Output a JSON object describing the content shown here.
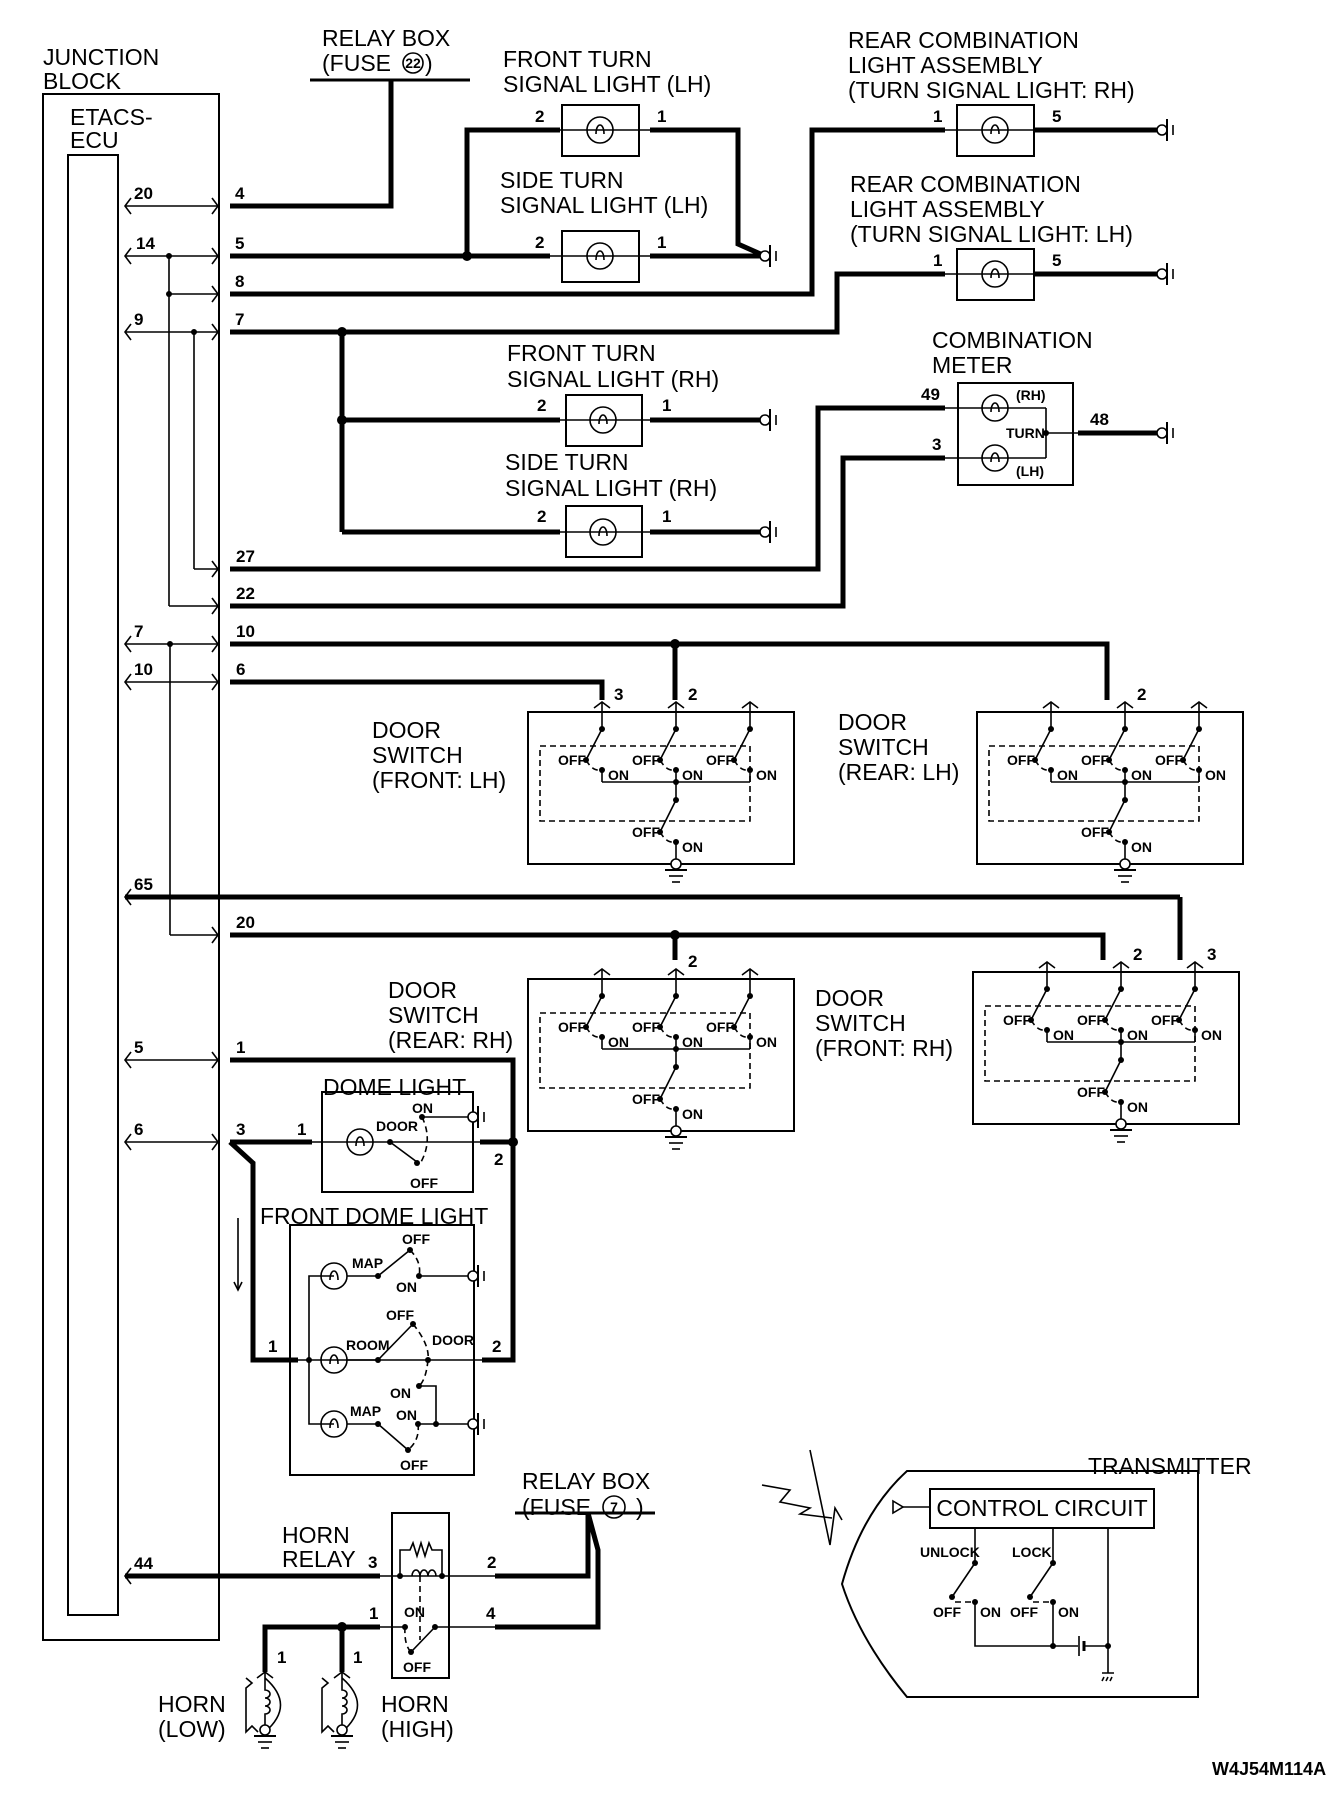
{
  "diagram": {
    "drawing_code": "W4J54M114A",
    "junction_block": {
      "title_line1": "JUNCTION",
      "title_line2": "BLOCK",
      "ecu_line1": "ETACS-",
      "ecu_line2": "ECU"
    },
    "ecu_pins": [
      "20",
      "14",
      "9",
      "7",
      "10",
      "65",
      "5",
      "6",
      "44"
    ],
    "jb_pins": [
      "4",
      "5",
      "8",
      "7",
      "27",
      "22",
      "10",
      "6",
      "20",
      "1",
      "3"
    ],
    "relay_box_22": {
      "line1": "RELAY BOX",
      "line2_prefix": "(FUSE",
      "fuse": "22",
      "line2_suffix": ")"
    },
    "relay_box_7": {
      "line1": "RELAY BOX",
      "line2_prefix": "(FUSE",
      "fuse": "7",
      "line2_suffix": ")"
    },
    "front_turn_lh": {
      "line1": "FRONT TURN",
      "line2": "SIGNAL LIGHT (LH)",
      "pin_left": "2",
      "pin_right": "1"
    },
    "side_turn_lh": {
      "line1": "SIDE TURN",
      "line2": "SIGNAL LIGHT (LH)",
      "pin_left": "2",
      "pin_right": "1"
    },
    "front_turn_rh": {
      "line1": "FRONT TURN",
      "line2": "SIGNAL LIGHT (RH)",
      "pin_left": "2",
      "pin_right": "1"
    },
    "side_turn_rh": {
      "line1": "SIDE TURN",
      "line2": "SIGNAL LIGHT (RH)",
      "pin_left": "2",
      "pin_right": "1"
    },
    "rear_combo_rh": {
      "line1": "REAR COMBINATION",
      "line2": "LIGHT ASSEMBLY",
      "line3": "(TURN SIGNAL LIGHT: RH)",
      "pin_left": "1",
      "pin_right": "5"
    },
    "rear_combo_lh": {
      "line1": "REAR COMBINATION",
      "line2": "LIGHT ASSEMBLY",
      "line3": "(TURN SIGNAL LIGHT: LH)",
      "pin_left": "1",
      "pin_right": "5"
    },
    "combination_meter": {
      "line1": "COMBINATION",
      "line2": "METER",
      "pin_rh": "49",
      "pin_lh": "3",
      "pin_gnd": "48",
      "rh": "(RH)",
      "lh": "(LH)",
      "turn": "TURN"
    },
    "door_switches": [
      {
        "line1": "DOOR",
        "line2": "SWITCH",
        "line3": "(FRONT: LH)",
        "pins": [
          "3",
          "2"
        ]
      },
      {
        "line1": "DOOR",
        "line2": "SWITCH",
        "line3": "(REAR: LH)",
        "pins": [
          "2"
        ]
      },
      {
        "line1": "DOOR",
        "line2": "SWITCH",
        "line3": "(REAR: RH)",
        "pins": [
          "2"
        ]
      },
      {
        "line1": "DOOR",
        "line2": "SWITCH",
        "line3": "(FRONT: RH)",
        "pins": [
          "2",
          "3"
        ]
      }
    ],
    "switch_labels": {
      "off": "OFF",
      "on": "ON"
    },
    "dome_light": {
      "title": "DOME LIGHT",
      "door": "DOOR",
      "on": "ON",
      "off": "OFF",
      "pin_left": "1",
      "pin_right": "2"
    },
    "front_dome_light": {
      "title": "FRONT DOME LIGHT",
      "map": "MAP",
      "room": "ROOM",
      "door": "DOOR",
      "on": "ON",
      "off": "OFF",
      "pin_left": "1",
      "pin_right": "2"
    },
    "horn_relay": {
      "line1": "HORN",
      "line2": "RELAY",
      "pins": [
        "3",
        "2",
        "1",
        "4"
      ],
      "on": "ON",
      "off": "OFF"
    },
    "horn_low": {
      "line1": "HORN",
      "line2": "(LOW)",
      "pin": "1"
    },
    "horn_high": {
      "line1": "HORN",
      "line2": "(HIGH)",
      "pin": "1"
    },
    "transmitter": {
      "title": "TRANSMITTER",
      "control": "CONTROL CIRCUIT",
      "unlock": "UNLOCK",
      "lock": "LOCK",
      "off": "OFF",
      "on": "ON"
    }
  }
}
